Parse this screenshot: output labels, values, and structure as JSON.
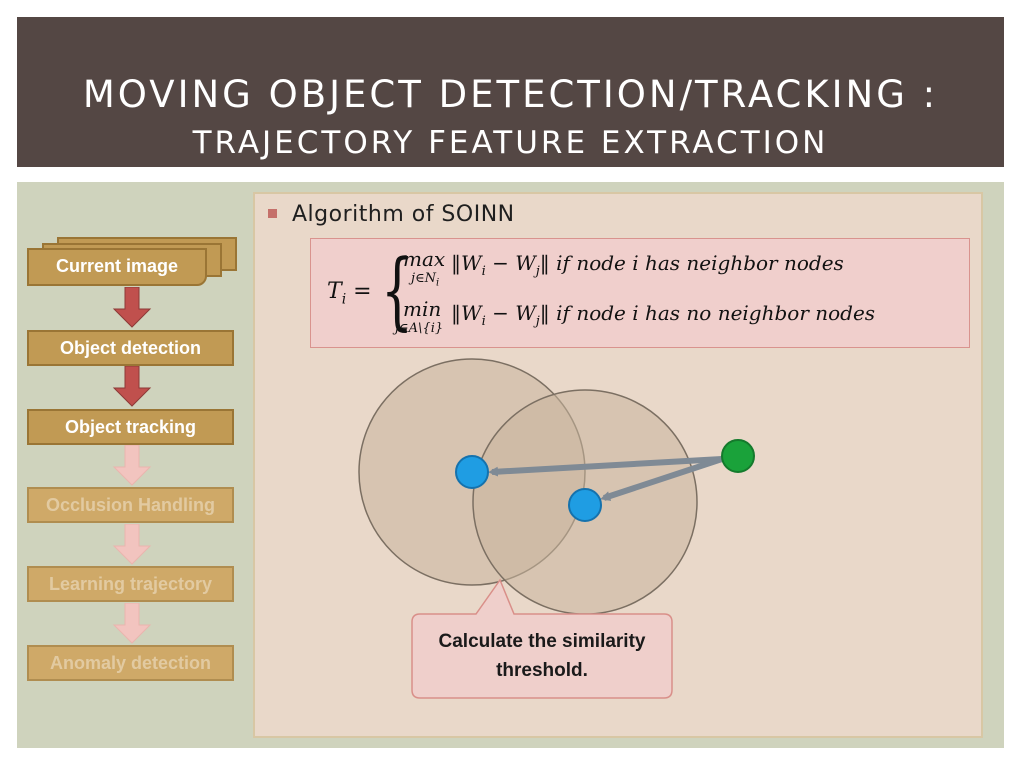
{
  "header": {
    "title_line1": "MOVING OBJECT DETECTION/TRACKING :",
    "title_line2": "TRAJECTORY FEATURE EXTRACTION"
  },
  "content": {
    "heading": "Algorithm of SOINN",
    "formula": {
      "lhs": "T",
      "lhs_sub": "i",
      "equals": "=",
      "case1_op": "max",
      "case1_sub": "j∈N",
      "case1_sub_sub": "i",
      "case1_expr": "‖W",
      "case1_text": "if node i has neighbor nodes",
      "case2_op": "min",
      "case2_sub": "j∈A\\{i}",
      "case2_text": "if node i has no neighbor nodes"
    },
    "callout": "Calculate the similarity threshold."
  },
  "flow": {
    "steps": [
      {
        "label": "Current image",
        "state": "active"
      },
      {
        "label": "Object detection",
        "state": "active"
      },
      {
        "label": "Object tracking",
        "state": "active"
      },
      {
        "label": "Occlusion Handling",
        "state": "faded"
      },
      {
        "label": "Learning trajectory",
        "state": "faded"
      },
      {
        "label": "Anomaly detection",
        "state": "faded"
      }
    ]
  },
  "colors": {
    "header_bg": "#544744",
    "band_bg": "#cfd3bd",
    "content_bg": "#e9d8c9",
    "formula_bg": "#f0cfcc",
    "step_bg": "#c19a54",
    "arrow_active": "#c0504d",
    "arrow_faded": "#f2c4bf",
    "node_blue": "#1f9de3",
    "node_green": "#1aa23a",
    "circle_fill": "#c9b49c"
  }
}
